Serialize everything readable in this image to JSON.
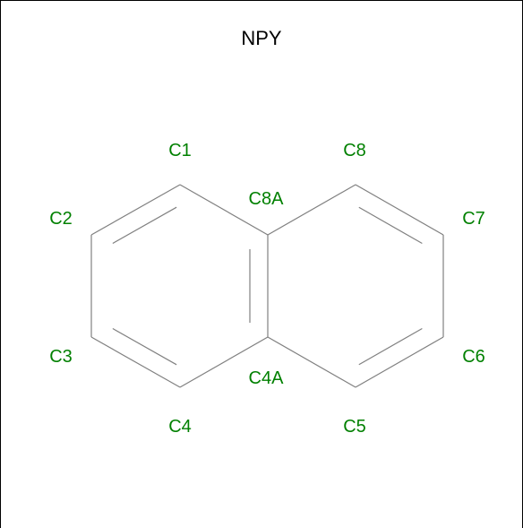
{
  "molecule": {
    "title": "NPY",
    "colors": {
      "label": "#008000",
      "bond": "#808080",
      "title": "#000000",
      "border": "#000000"
    },
    "atoms": [
      {
        "id": "C1",
        "label": "C1"
      },
      {
        "id": "C2",
        "label": "C2"
      },
      {
        "id": "C3",
        "label": "C3"
      },
      {
        "id": "C4",
        "label": "C4"
      },
      {
        "id": "C4A",
        "label": "C4A"
      },
      {
        "id": "C5",
        "label": "C5"
      },
      {
        "id": "C6",
        "label": "C6"
      },
      {
        "id": "C7",
        "label": "C7"
      },
      {
        "id": "C8",
        "label": "C8"
      },
      {
        "id": "C8A",
        "label": "C8A"
      }
    ],
    "bonds": [
      {
        "a": "C1",
        "b": "C2",
        "order": 2
      },
      {
        "a": "C2",
        "b": "C3",
        "order": 1
      },
      {
        "a": "C3",
        "b": "C4",
        "order": 2
      },
      {
        "a": "C4",
        "b": "C4A",
        "order": 1
      },
      {
        "a": "C4A",
        "b": "C8A",
        "order": 2
      },
      {
        "a": "C8A",
        "b": "C1",
        "order": 1
      },
      {
        "a": "C4A",
        "b": "C5",
        "order": 1
      },
      {
        "a": "C5",
        "b": "C6",
        "order": 2
      },
      {
        "a": "C6",
        "b": "C7",
        "order": 1
      },
      {
        "a": "C7",
        "b": "C8",
        "order": 2
      },
      {
        "a": "C8",
        "b": "C8A",
        "order": 1
      }
    ]
  }
}
